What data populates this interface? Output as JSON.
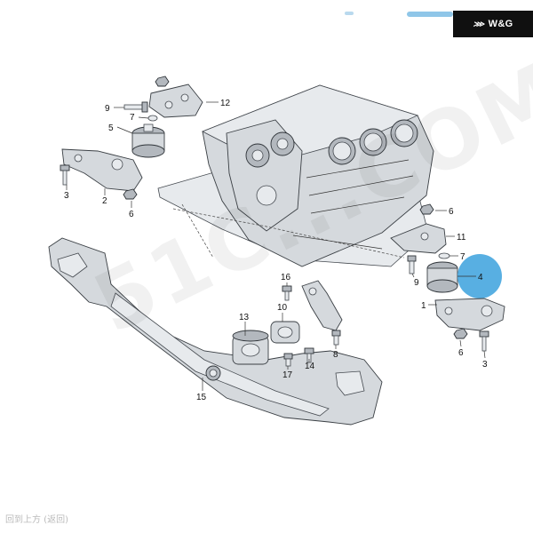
{
  "brand": {
    "logo_glyph": "⋙",
    "text": "W&G"
  },
  "watermark": "51C...COM",
  "footer": "回到上方 (返回)",
  "highlight_color": "#4aa8e0",
  "callouts": [
    {
      "id": "9a",
      "label": "9"
    },
    {
      "id": "7a",
      "label": "7"
    },
    {
      "id": "12",
      "label": "12"
    },
    {
      "id": "5",
      "label": "5"
    },
    {
      "id": "3a",
      "label": "3"
    },
    {
      "id": "2",
      "label": "2"
    },
    {
      "id": "6a",
      "label": "6"
    },
    {
      "id": "6b",
      "label": "6"
    },
    {
      "id": "11",
      "label": "11"
    },
    {
      "id": "7b",
      "label": "7"
    },
    {
      "id": "9b",
      "label": "9"
    },
    {
      "id": "4",
      "label": "4"
    },
    {
      "id": "1",
      "label": "1"
    },
    {
      "id": "6c",
      "label": "6"
    },
    {
      "id": "3b",
      "label": "3"
    },
    {
      "id": "16",
      "label": "16"
    },
    {
      "id": "10",
      "label": "10"
    },
    {
      "id": "13",
      "label": "13"
    },
    {
      "id": "8",
      "label": "8"
    },
    {
      "id": "17",
      "label": "17"
    },
    {
      "id": "14",
      "label": "14"
    },
    {
      "id": "15",
      "label": "15"
    }
  ]
}
